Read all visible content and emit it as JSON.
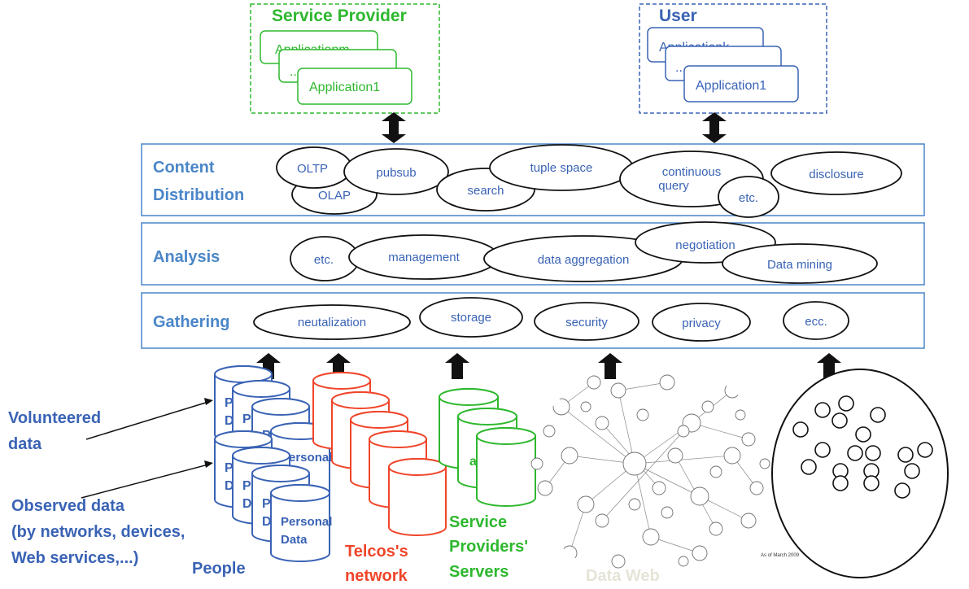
{
  "colors": {
    "blue": "#3a63b5",
    "layer_blue": "#4a86c8",
    "green": "#2eb82e",
    "red": "#f0452a",
    "ghost": "#e6e4d8",
    "black": "#111111"
  },
  "service_provider": {
    "title": "Service Provider",
    "apps": [
      "Applicationm",
      "...",
      "Application1"
    ]
  },
  "user": {
    "title": "User",
    "apps": [
      "Applicationk",
      "...",
      "Application1"
    ]
  },
  "layers": {
    "content": {
      "label_line1": "Content",
      "label_line2": "Distribution",
      "items": {
        "oltp": "OLTP",
        "olap": "OLAP",
        "pubsub": "pubsub",
        "search": "search",
        "tuple_space": "tuple space",
        "continuous_line1": "continuous",
        "continuous_line2": "query",
        "etc": "etc.",
        "disclosure": "disclosure"
      }
    },
    "analysis": {
      "label": "Analysis",
      "items": {
        "etc": "etc.",
        "management": "management",
        "data_aggregation": "data aggregation",
        "negotiation": "negotiation",
        "data_mining": "Data mining"
      }
    },
    "gathering": {
      "label": "Gathering",
      "items": {
        "neutalization": "neutalization",
        "storage": "storage",
        "security": "security",
        "privacy": "privacy",
        "ecc": "ecc."
      }
    }
  },
  "sources": {
    "volunteered_line1": "Volunteered",
    "volunteered_line2": "data",
    "observed_line1": "Observed data",
    "observed_line2": "(by networks, devices,",
    "observed_line3": "Web services,...)",
    "people": "People",
    "personal_line1": "Personal",
    "personal_line2": "Data",
    "partial_p": "P",
    "partial_d": "D",
    "telcos_line1": "Telcos's",
    "telcos_line2": "network",
    "sp_line1": "Service",
    "sp_line2": "Providers'",
    "sp_line3": "Servers",
    "sp_partial": "a",
    "data_web": "Data Web",
    "data_web_note": "As of March 2009"
  }
}
